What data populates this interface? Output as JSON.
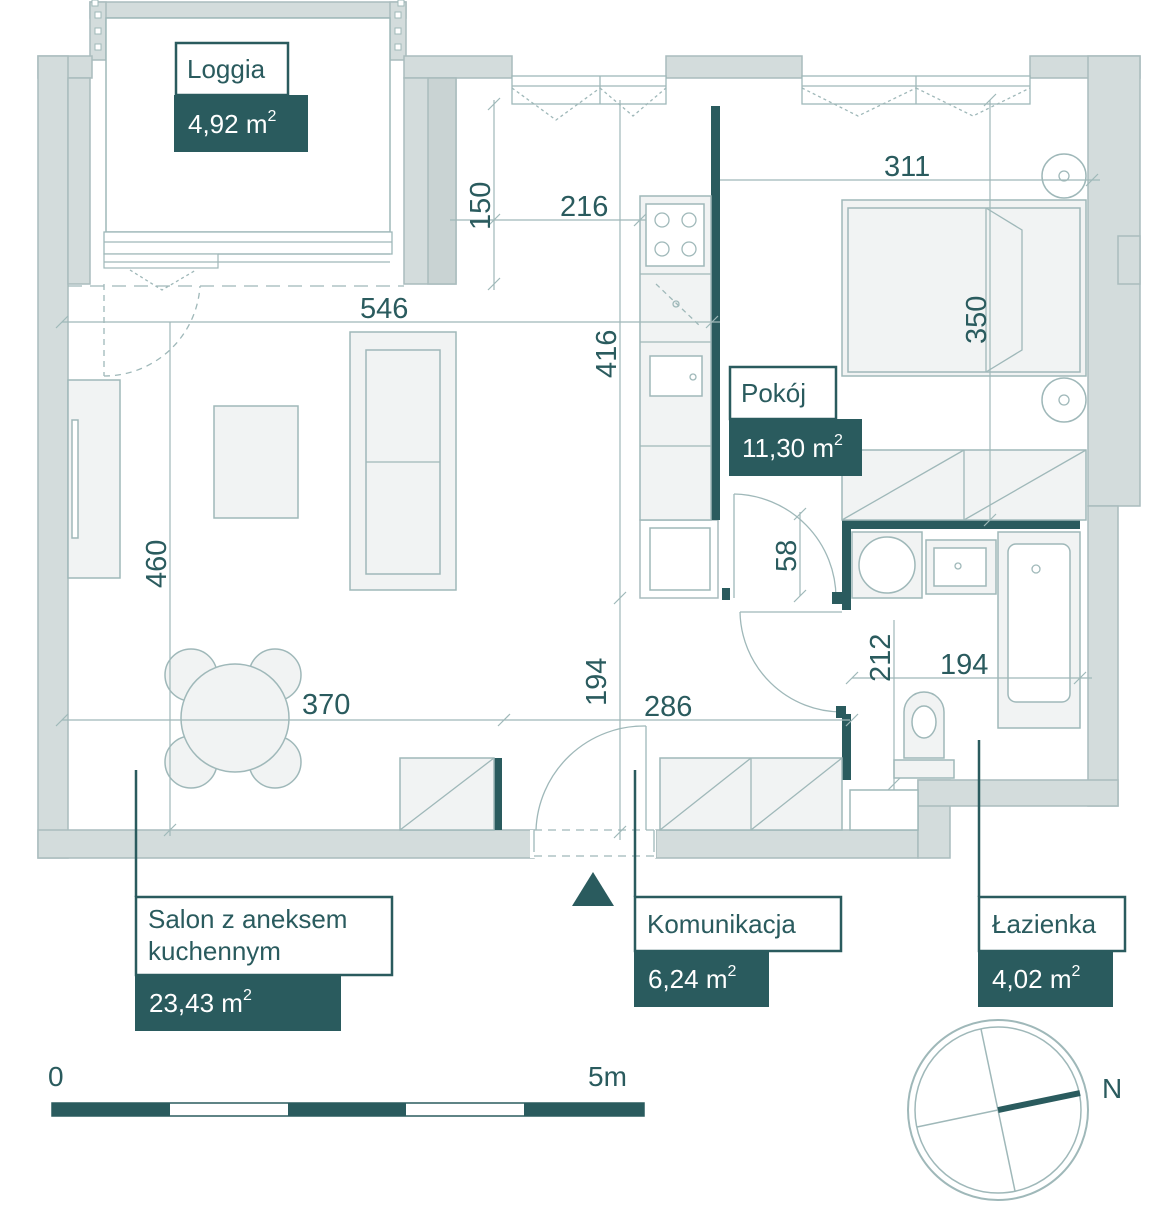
{
  "colors": {
    "wall": "#d3dcdc",
    "wall_edge": "#a9bcbd",
    "accent": "#2a5b5e",
    "fixture_line": "#9fb8b9",
    "fixture_fill": "#f1f3f3"
  },
  "dimensions": {
    "d546": "546",
    "d216": "216",
    "d150": "150",
    "d311": "311",
    "d350": "350",
    "d416": "416",
    "d460": "460",
    "d58": "58",
    "d370": "370",
    "d286": "286",
    "d194v": "194",
    "d212": "212",
    "d194h": "194"
  },
  "rooms": {
    "loggia": {
      "name": "Loggia",
      "area_value": "4,92 m",
      "area_sup": "2"
    },
    "salon": {
      "name_line1": "Salon z aneksem",
      "name_line2": "kuchennym",
      "area_value": "23,43 m",
      "area_sup": "2"
    },
    "pokoj": {
      "name": "Pokój",
      "area_value": "11,30 m",
      "area_sup": "2"
    },
    "komunikacja": {
      "name": "Komunikacja",
      "area_value": "6,24 m",
      "area_sup": "2"
    },
    "lazienka": {
      "name": "Łazienka",
      "area_value": "4,02 m",
      "area_sup": "2"
    }
  },
  "scale_bar": {
    "start_label": "0",
    "end_label": "5m"
  },
  "compass": {
    "north_label": "N"
  }
}
